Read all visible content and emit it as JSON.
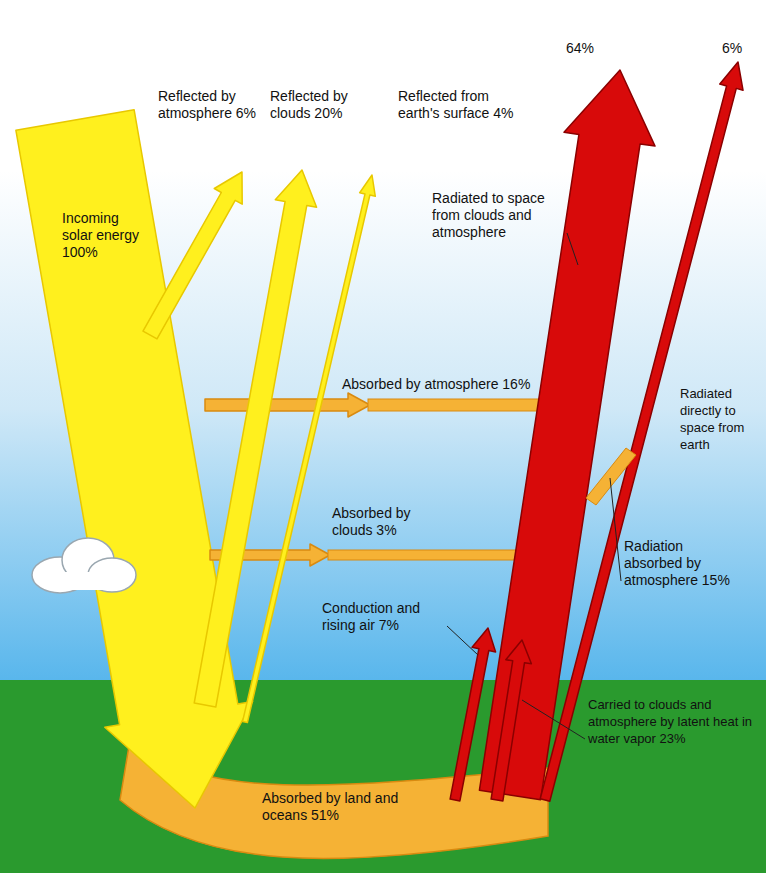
{
  "diagram": {
    "labels": [
      "Reflected by atmosphere 6%",
      "Reflected by clouds 20%",
      "Reflected from earth's surface 4%",
      "64%",
      "6%",
      "Incoming solar energy 100%",
      "Radiated to space from clouds and atmosphere",
      "Absorbed by atmosphere 16%",
      "Radiated directly to space from earth",
      "Absorbed by clouds 3%",
      "Radiation absorbed by atmosphere 15%",
      "Conduction and rising air 7%",
      "Carried to clouds and atmosphere by latent heat in water vapor 23%",
      "Absorbed by land and oceans 51%"
    ]
  }
}
